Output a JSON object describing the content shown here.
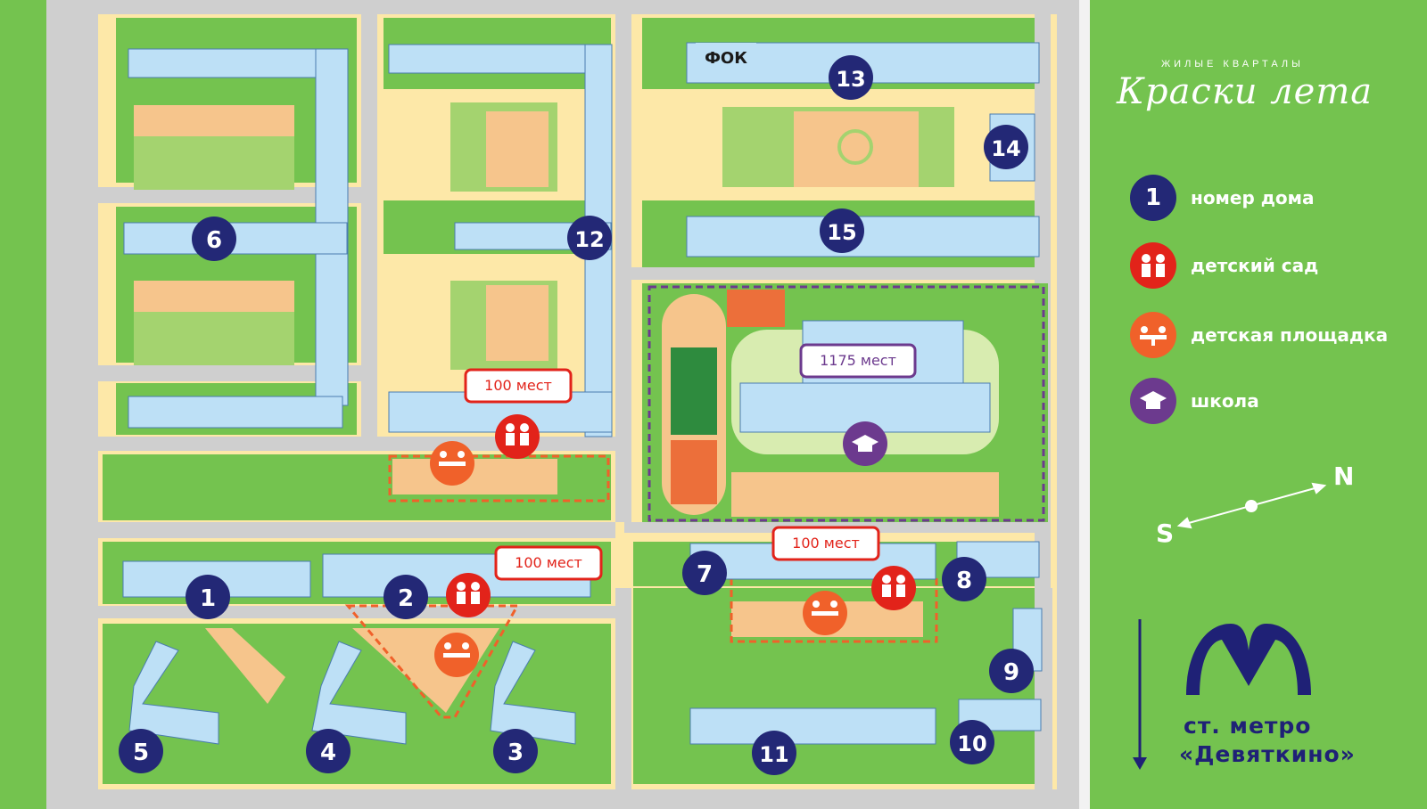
{
  "brand": {
    "subtitle": "ЖИЛЫЕ КВАРТАЛЫ",
    "name": "Краски лета"
  },
  "legend": [
    {
      "icon": "house-number-icon",
      "sample": "1",
      "label": "номер дома",
      "color": "#232876"
    },
    {
      "icon": "kindergarten-icon",
      "label": "детский сад",
      "color": "#e2231a"
    },
    {
      "icon": "playground-icon",
      "label": "детская площадка",
      "color": "#f0612a"
    },
    {
      "icon": "school-icon",
      "label": "школа",
      "color": "#6c3a8e"
    }
  ],
  "compass": {
    "north": "N",
    "south": "S"
  },
  "metro": {
    "line1": "ст. метро",
    "line2": "«Девяткино»",
    "color": "#1f2176"
  },
  "facility_labels": {
    "fok": "ФОК"
  },
  "capacity_labels": {
    "school": "1175 мест",
    "kg12": "100 мест",
    "kg2": "100 мест",
    "kg7": "100 мест"
  },
  "houses": [
    "1",
    "2",
    "3",
    "4",
    "5",
    "6",
    "7",
    "8",
    "9",
    "10",
    "11",
    "12",
    "13",
    "14",
    "15"
  ],
  "colors": {
    "grass": "#74c34f",
    "road": "#cfcfcf",
    "sand": "#fde8a8",
    "building": "#bde0f6",
    "marker": "#232876",
    "kindergarten": "#e2231a",
    "playground": "#f0612a",
    "school": "#6c3a8e"
  }
}
